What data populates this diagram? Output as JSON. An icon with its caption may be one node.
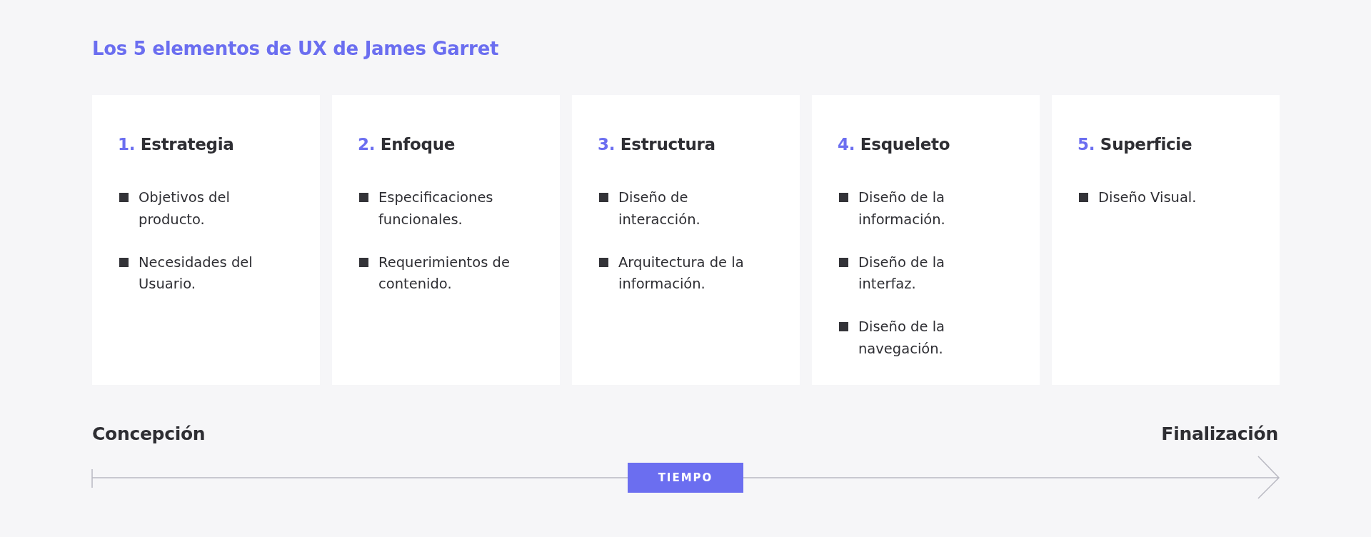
{
  "diagram": {
    "title": "Los 5 elementos de UX de James Garret",
    "nodes": [
      {
        "text": [
          "1. Estrategia",
          "Objetivos del producto.",
          "Necesidades del Usuario."
        ]
      },
      {
        "text": [
          "2. Enfoque",
          "Especificaciones funcionales.",
          "Requerimientos de contenido."
        ]
      },
      {
        "text": [
          "3. Estructura",
          "Diseño de interacción.",
          "Arquitectura de la información."
        ]
      },
      {
        "text": [
          "4. Esqueleto",
          "Diseño de la información.",
          "Diseño de la interfaz.",
          "Diseño de la navegación."
        ]
      },
      {
        "text": [
          "5. Superficie",
          "Diseño Visual."
        ]
      },
      {
        "text": [
          "TIEMPO"
        ]
      }
    ],
    "labels": [
      "Concepción",
      "Finalización"
    ]
  }
}
